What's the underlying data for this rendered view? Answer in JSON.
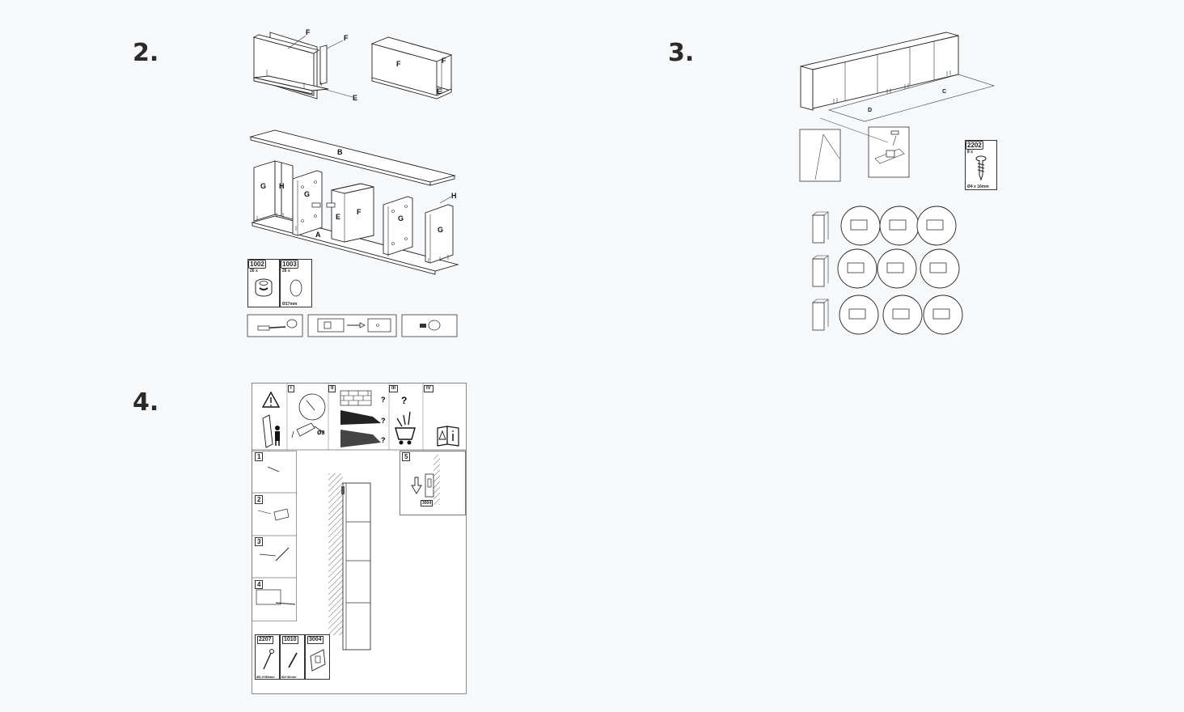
{
  "steps": {
    "s2": "2.",
    "s3": "3.",
    "s4": "4."
  },
  "step2": {
    "top_labels": {
      "f1": "F",
      "f2": "F",
      "e": "E",
      "f3": "F",
      "f4": "F",
      "e2": "E"
    },
    "main_labels": {
      "b": "B",
      "g1": "G",
      "h1": "H",
      "g2": "G",
      "e": "E",
      "f": "F",
      "g3": "G",
      "g4": "G",
      "h2": "H",
      "a": "A"
    },
    "parts": [
      {
        "code": "1002",
        "qty": "26 x",
        "size": ""
      },
      {
        "code": "1003",
        "qty": "26 x",
        "size": "Ø17mm"
      }
    ]
  },
  "step3": {
    "labels": {
      "d": "D",
      "c": "C"
    },
    "part": {
      "code": "2202",
      "qty": "8 x",
      "size": "Ø4 x 16mm"
    }
  },
  "step4": {
    "header_tabs": [
      "I",
      "II",
      "III",
      "IV"
    ],
    "drill_size": "Ø8",
    "question": "?",
    "steps": [
      "1",
      "2",
      "3",
      "4",
      "5"
    ],
    "hw_code_5": "3004",
    "parts": [
      {
        "code": "2207",
        "size": "Ø5,4*Ø8mm"
      },
      {
        "code": "1010",
        "size": "Ø4*40mm"
      },
      {
        "code": "3004",
        "size": ""
      }
    ]
  }
}
